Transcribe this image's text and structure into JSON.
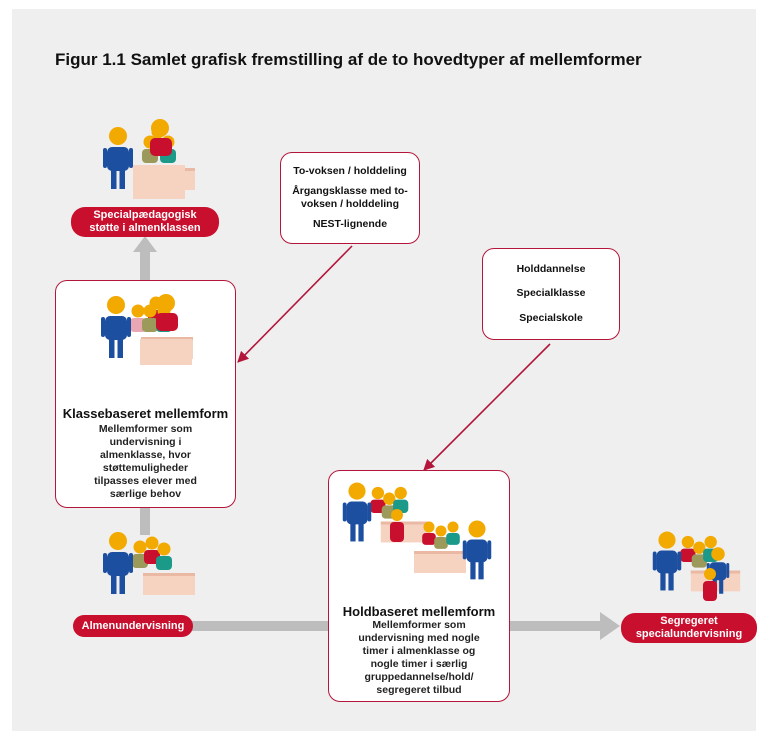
{
  "title": "Figur 1.1 Samlet grafisk fremstilling af de to hovedtyper af mellemformer",
  "colors": {
    "red": "#c8102e",
    "blue": "#1d4fa0",
    "yellow": "#f2a900",
    "teal": "#1b9a8a",
    "olive": "#9c9a5a",
    "pink": "#e9a7b3",
    "box": "#f6d2c0",
    "arrow": "#bdbdbd"
  },
  "labels": {
    "specialpaedagogisk": [
      "Specialpædagogisk",
      "støtte i almenklassen"
    ],
    "almenundervisning": "Almenundervisning",
    "segregeret": [
      "Segregeret",
      "specialundervisning"
    ]
  },
  "klasse": {
    "title": "Klassebaseret mellemform",
    "description": [
      "Mellemformer som",
      "undervisning i",
      "almenklasse, hvor",
      "støttemuligheder",
      "tilpasses elever med",
      "særlige behov"
    ]
  },
  "hold": {
    "title": "Holdbaseret mellemform",
    "description": [
      "Mellemformer som",
      "undervisning med nogle",
      "timer i almenklasse og",
      "nogle timer i særlig",
      "gruppedannelse/hold/",
      "segregeret tilbud"
    ]
  },
  "box_top": {
    "items": [
      "To-voksen / holddeling",
      "Årgangsklasse med to-voksen / holddeling",
      "NEST-lignende"
    ]
  },
  "box_right": {
    "items": [
      "Holddannelse",
      "Specialklasse",
      "Specialskole"
    ]
  }
}
